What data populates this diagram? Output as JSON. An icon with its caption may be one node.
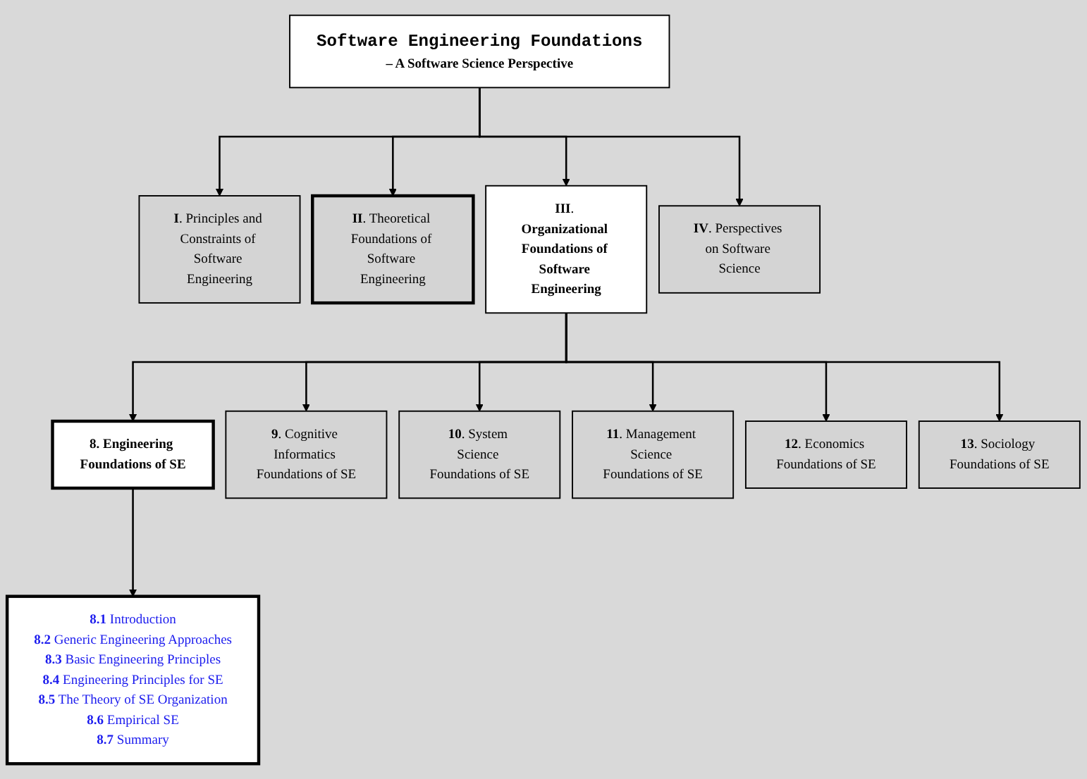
{
  "diagram": {
    "nodes": [
      {
        "text": [
          "Software Engineering Foundations",
          "– A Software Science Perspective"
        ]
      },
      {
        "text": [
          "**I**. Principles and Constraints of Software Engineering"
        ]
      },
      {
        "text": [
          "**II**. Theoretical Foundations of Software Engineering"
        ]
      },
      {
        "text": [
          "**III**. **Organizational Foundations of Software Engineering**"
        ]
      },
      {
        "text": [
          "**IV**. Perspectives on Software Science"
        ]
      },
      {
        "text": [
          "8. Engineering Foundations of SE"
        ]
      },
      {
        "text": [
          "**9**. Cognitive Informatics Foundations of SE"
        ]
      },
      {
        "text": [
          "**10**. System Science Foundations of SE"
        ]
      },
      {
        "text": [
          "**11**. Management Science Foundations of SE"
        ]
      },
      {
        "text": [
          "**12**. Economics Foundations of SE"
        ]
      },
      {
        "text": [
          "**13**. Sociology Foundations of SE"
        ]
      },
      {
        "text": [
          "**8.1** Introduction",
          "**8.2** Generic Engineering Approaches",
          "**8.3** Basic Engineering Principles",
          "**8.4** Engineering Principles for SE",
          "**8.5** The Theory of SE Organization",
          "**8.6** Empirical SE",
          "**8.7** Summary"
        ]
      }
    ],
    "edges": [
      {
        "from": 0,
        "to": 1,
        "arrow": "to"
      },
      {
        "from": 0,
        "to": 2,
        "arrow": "to"
      },
      {
        "from": 0,
        "to": 3,
        "arrow": "to"
      },
      {
        "from": 0,
        "to": 4,
        "arrow": "to"
      },
      {
        "from": 3,
        "to": 5,
        "arrow": "to"
      },
      {
        "from": 3,
        "to": 6,
        "arrow": "to"
      },
      {
        "from": 3,
        "to": 7,
        "arrow": "to"
      },
      {
        "from": 3,
        "to": 8,
        "arrow": "to"
      },
      {
        "from": 3,
        "to": 9,
        "arrow": "to"
      },
      {
        "from": 3,
        "to": 10,
        "arrow": "to"
      },
      {
        "from": 5,
        "to": 11,
        "arrow": "to"
      }
    ]
  }
}
